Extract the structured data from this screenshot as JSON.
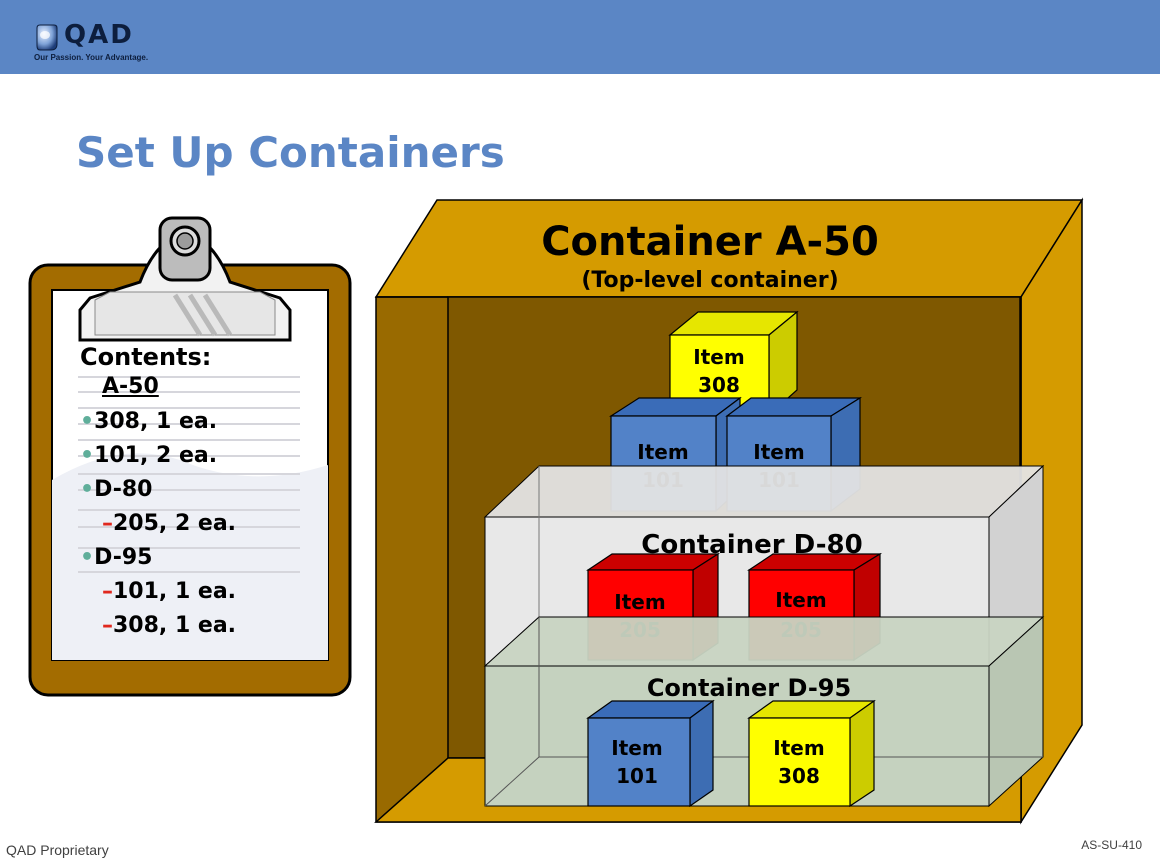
{
  "header": {
    "logo": {
      "wordmark": "QAD",
      "tagline": "Our Passion. Your Advantage."
    }
  },
  "slide": {
    "title": "Set Up Containers"
  },
  "clipboard": {
    "heading": "Contents:",
    "top_container": "A-50",
    "entries": [
      {
        "marker": "bullet",
        "text": "308, 1 ea."
      },
      {
        "marker": "bullet",
        "text": "101, 2 ea."
      },
      {
        "marker": "bullet",
        "text": "D-80"
      },
      {
        "marker": "dash",
        "text": "205, 2 ea."
      },
      {
        "marker": "bullet",
        "text": "D-95"
      },
      {
        "marker": "dash",
        "text": "101, 1 ea."
      },
      {
        "marker": "dash",
        "text": "308, 1 ea."
      }
    ],
    "bullet_glyph": "•",
    "dash_glyph": "–"
  },
  "container_a50": {
    "title": "Container A-50",
    "subtitle": "(Top-level container)"
  },
  "container_d80": {
    "label": "Container D-80"
  },
  "container_d95": {
    "label": "Container D-95"
  },
  "boxes": {
    "top_308": {
      "word": "Item",
      "number": "308"
    },
    "left_101": {
      "word": "Item",
      "number": "101"
    },
    "right_101": {
      "word": "Item",
      "number": "101"
    },
    "d80_left_205": {
      "word": "Item",
      "number": "205"
    },
    "d80_right_205": {
      "word": "Item",
      "number": "205"
    },
    "d95_left_101": {
      "word": "Item",
      "number": "101"
    },
    "d95_right_308": {
      "word": "Item",
      "number": "308"
    }
  },
  "colors": {
    "header_blue": "#5b86c5",
    "gold": "#d59b00",
    "brown": "#996a00",
    "dark_brown": "#7f5800",
    "item_blue": "#5282c8",
    "item_yellow": "#ffff00",
    "item_red": "#ff0000"
  },
  "footer": {
    "left": "QAD Proprietary",
    "right": "AS-SU-410"
  }
}
